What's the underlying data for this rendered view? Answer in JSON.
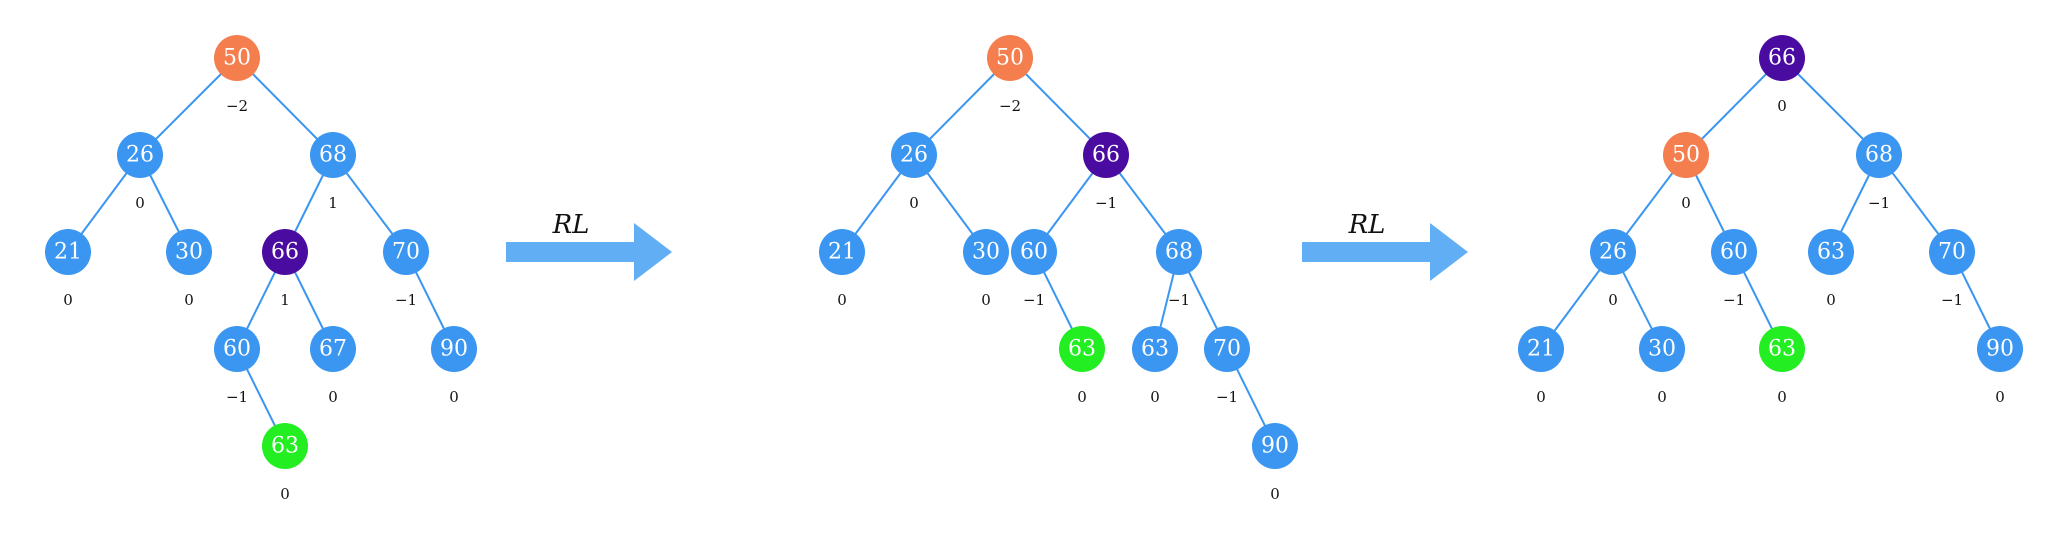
{
  "colors": {
    "normal": "#3a96f0",
    "root": "#f47e4e",
    "pivot": "#4a0ca0",
    "inserted": "#22ee22",
    "edge": "#3a96f0",
    "arrow": "#62aef4"
  },
  "operations": [
    {
      "label": "RL"
    },
    {
      "label": "RL"
    }
  ],
  "trees": [
    {
      "nodes": [
        {
          "id": "a50",
          "value": "50",
          "bf": "−2",
          "role": "root"
        },
        {
          "id": "a26",
          "value": "26",
          "bf": "0",
          "role": "normal"
        },
        {
          "id": "a68",
          "value": "68",
          "bf": "1",
          "role": "normal"
        },
        {
          "id": "a21",
          "value": "21",
          "bf": "0",
          "role": "normal"
        },
        {
          "id": "a30",
          "value": "30",
          "bf": "0",
          "role": "normal"
        },
        {
          "id": "a66",
          "value": "66",
          "bf": "1",
          "role": "pivot"
        },
        {
          "id": "a70",
          "value": "70",
          "bf": "−1",
          "role": "normal"
        },
        {
          "id": "a60",
          "value": "60",
          "bf": "−1",
          "role": "normal"
        },
        {
          "id": "a67",
          "value": "67",
          "bf": "0",
          "role": "normal"
        },
        {
          "id": "a90",
          "value": "90",
          "bf": "0",
          "role": "normal"
        },
        {
          "id": "a63",
          "value": "63",
          "bf": "0",
          "role": "inserted"
        }
      ],
      "edges": [
        [
          "a50",
          "a26"
        ],
        [
          "a50",
          "a68"
        ],
        [
          "a26",
          "a21"
        ],
        [
          "a26",
          "a30"
        ],
        [
          "a68",
          "a66"
        ],
        [
          "a68",
          "a70"
        ],
        [
          "a66",
          "a60"
        ],
        [
          "a66",
          "a67"
        ],
        [
          "a70",
          "a90"
        ],
        [
          "a60",
          "a63"
        ]
      ]
    },
    {
      "nodes": [
        {
          "id": "b50",
          "value": "50",
          "bf": "−2",
          "role": "root"
        },
        {
          "id": "b26",
          "value": "26",
          "bf": "0",
          "role": "normal"
        },
        {
          "id": "b66",
          "value": "66",
          "bf": "−1",
          "role": "pivot"
        },
        {
          "id": "b21",
          "value": "21",
          "bf": "0",
          "role": "normal"
        },
        {
          "id": "b30",
          "value": "30",
          "bf": "0",
          "role": "normal"
        },
        {
          "id": "b60",
          "value": "60",
          "bf": "−1",
          "role": "normal"
        },
        {
          "id": "b68",
          "value": "68",
          "bf": "−1",
          "role": "normal"
        },
        {
          "id": "b63",
          "value": "63",
          "bf": "0",
          "role": "inserted"
        },
        {
          "id": "b63b",
          "value": "63",
          "bf": "0",
          "role": "normal"
        },
        {
          "id": "b70",
          "value": "70",
          "bf": "−1",
          "role": "normal"
        },
        {
          "id": "b90",
          "value": "90",
          "bf": "0",
          "role": "normal"
        }
      ],
      "edges": [
        [
          "b50",
          "b26"
        ],
        [
          "b50",
          "b66"
        ],
        [
          "b26",
          "b21"
        ],
        [
          "b26",
          "b30"
        ],
        [
          "b66",
          "b60"
        ],
        [
          "b66",
          "b68"
        ],
        [
          "b60",
          "b63"
        ],
        [
          "b68",
          "b63b"
        ],
        [
          "b68",
          "b70"
        ],
        [
          "b70",
          "b90"
        ]
      ]
    },
    {
      "nodes": [
        {
          "id": "c66",
          "value": "66",
          "bf": "0",
          "role": "pivot"
        },
        {
          "id": "c50",
          "value": "50",
          "bf": "0",
          "role": "root"
        },
        {
          "id": "c68",
          "value": "68",
          "bf": "−1",
          "role": "normal"
        },
        {
          "id": "c26",
          "value": "26",
          "bf": "0",
          "role": "normal"
        },
        {
          "id": "c60",
          "value": "60",
          "bf": "−1",
          "role": "normal"
        },
        {
          "id": "c63b",
          "value": "63",
          "bf": "0",
          "role": "normal"
        },
        {
          "id": "c70",
          "value": "70",
          "bf": "−1",
          "role": "normal"
        },
        {
          "id": "c21",
          "value": "21",
          "bf": "0",
          "role": "normal"
        },
        {
          "id": "c30",
          "value": "30",
          "bf": "0",
          "role": "normal"
        },
        {
          "id": "c63",
          "value": "63",
          "bf": "0",
          "role": "inserted"
        },
        {
          "id": "c90",
          "value": "90",
          "bf": "0",
          "role": "normal"
        }
      ],
      "edges": [
        [
          "c66",
          "c50"
        ],
        [
          "c66",
          "c68"
        ],
        [
          "c50",
          "c26"
        ],
        [
          "c50",
          "c60"
        ],
        [
          "c68",
          "c63b"
        ],
        [
          "c68",
          "c70"
        ],
        [
          "c26",
          "c21"
        ],
        [
          "c26",
          "c30"
        ],
        [
          "c60",
          "c63"
        ],
        [
          "c70",
          "c90"
        ]
      ]
    }
  ]
}
